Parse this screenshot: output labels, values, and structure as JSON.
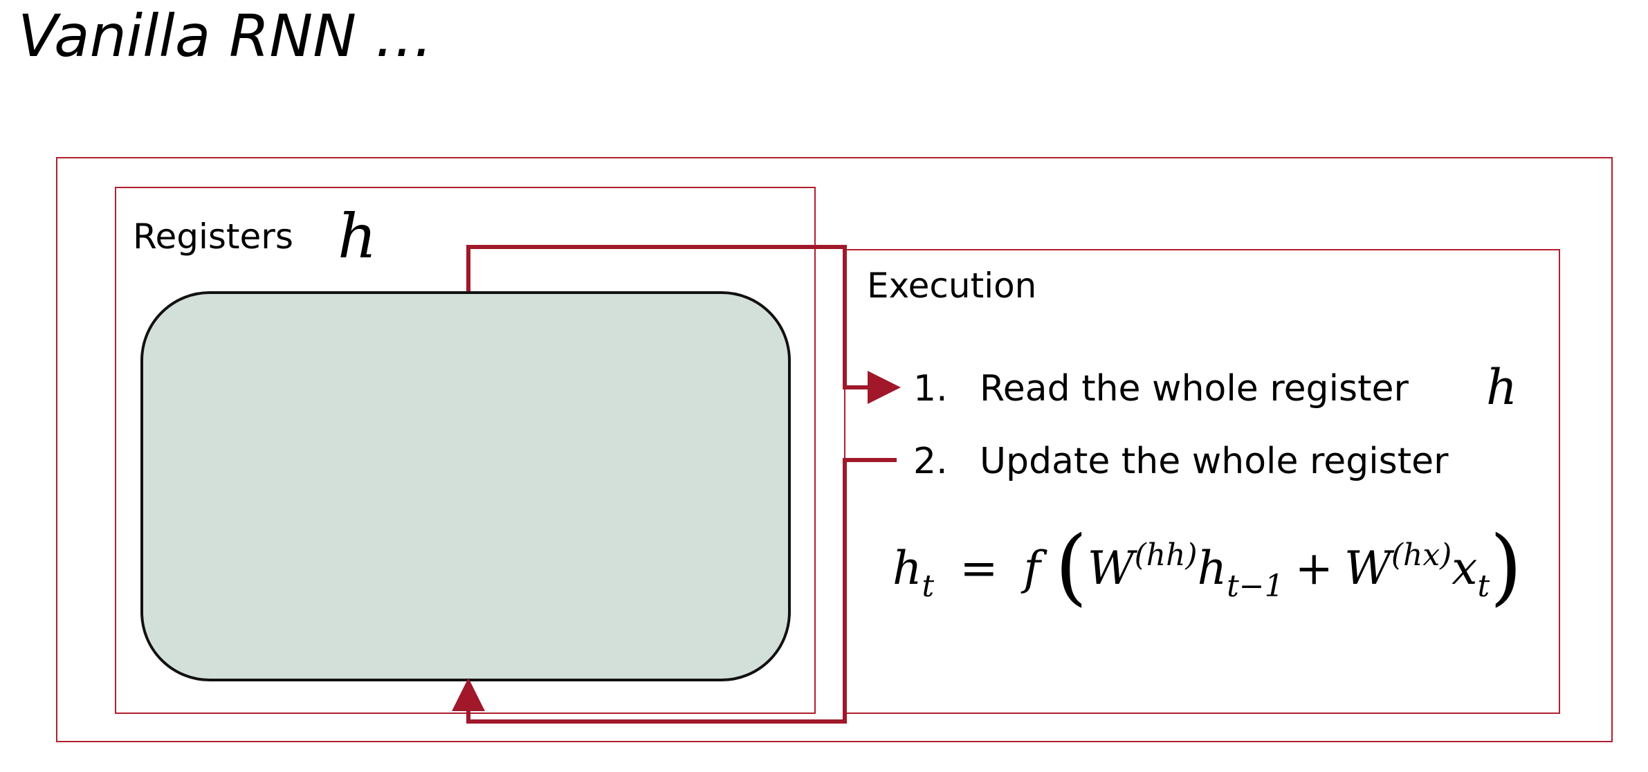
{
  "slide": {
    "title": "Vanilla RNN …"
  },
  "registers": {
    "label": "Registers",
    "symbol": "h"
  },
  "execution": {
    "label": "Execution",
    "steps": [
      {
        "number": "1.",
        "text": "Read the whole register",
        "symbol": "h"
      },
      {
        "number": "2.",
        "text": "Update the whole register"
      }
    ]
  },
  "equation": {
    "lhs": "h",
    "lhs_sub": "t",
    "equals": "=",
    "func": "f",
    "open_paren": "(",
    "w1": "W",
    "w1_sup": "(hh)",
    "term1": "h",
    "term1_sub": "t−1",
    "plus": "+",
    "w2": "W",
    "w2_sup": "(hx)",
    "term2": "x",
    "term2_sub": "t",
    "close_paren": ")"
  },
  "colors": {
    "frame": "#b01e2d",
    "connector": "#a0182a",
    "register_fill": "#d3e0d9",
    "register_border": "#111111"
  }
}
